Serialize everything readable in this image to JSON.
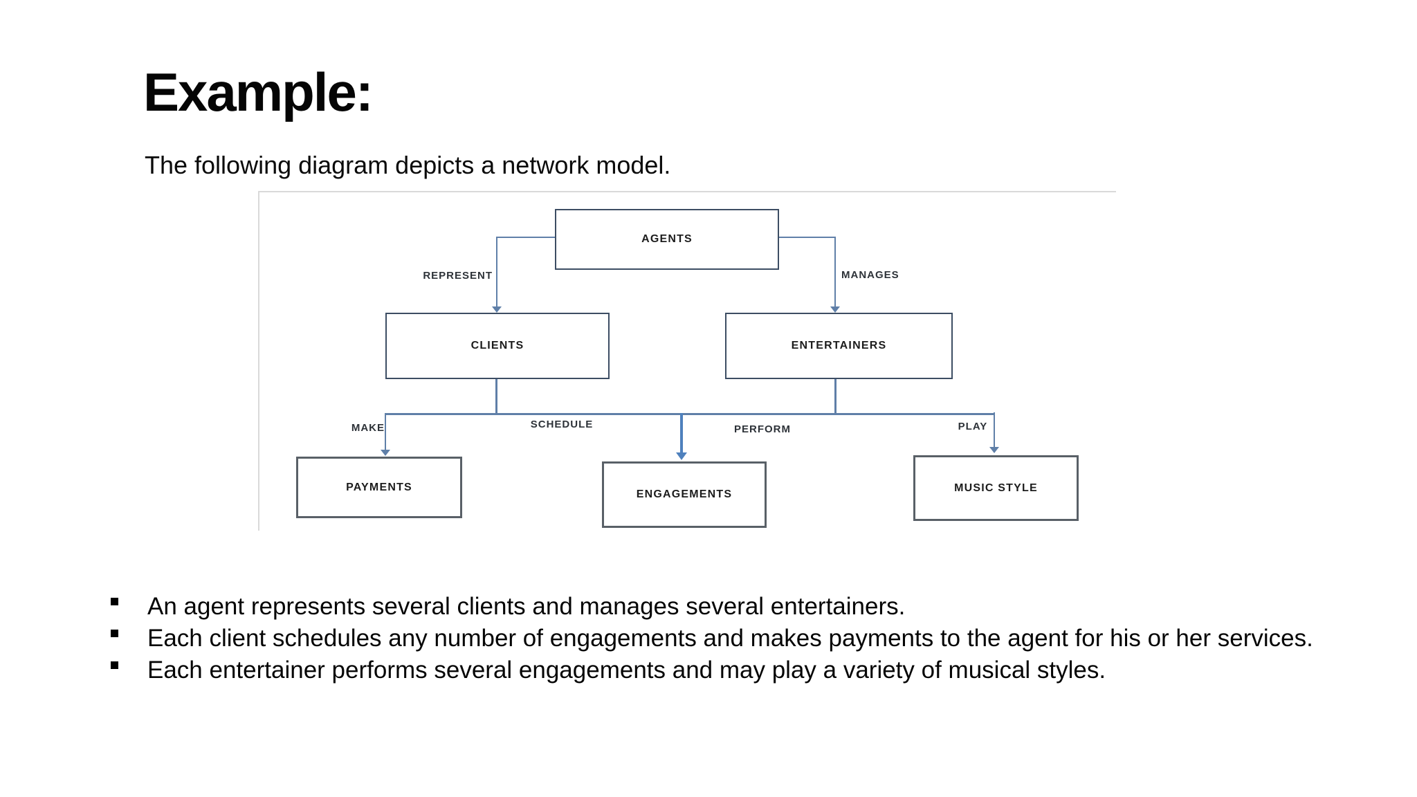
{
  "slide": {
    "title": "Example:",
    "subtitle": "The following diagram depicts a network model.",
    "bullets": [
      "An agent represents several clients and manages several entertainers.",
      "Each client schedules any number of engagements and makes payments to the agent for his or her services.",
      "Each entertainer performs several engagements and may play a variety of musical styles."
    ]
  },
  "diagram": {
    "type": "network-model",
    "nodes": [
      {
        "id": "agents",
        "label": "AGENTS"
      },
      {
        "id": "clients",
        "label": "CLIENTS"
      },
      {
        "id": "entertainers",
        "label": "ENTERTAINERS"
      },
      {
        "id": "payments",
        "label": "PAYMENTS"
      },
      {
        "id": "engagements",
        "label": "ENGAGEMENTS"
      },
      {
        "id": "music_style",
        "label": "MUSIC STYLE"
      }
    ],
    "edges": [
      {
        "from": "agents",
        "to": "clients",
        "label": "REPRESENT"
      },
      {
        "from": "agents",
        "to": "entertainers",
        "label": "MANAGES"
      },
      {
        "from": "clients",
        "to": "payments",
        "label": "MAKE"
      },
      {
        "from": "clients",
        "to": "engagements",
        "label": "SCHEDULE"
      },
      {
        "from": "entertainers",
        "to": "engagements",
        "label": "PERFORM"
      },
      {
        "from": "entertainers",
        "to": "music_style",
        "label": "PLAY"
      }
    ],
    "colors": {
      "connector": "#5f7fa8",
      "connector_accent": "#4f81bd",
      "node_border_dark": "#3c4d63",
      "node_border_gray": "#596067",
      "frame": "#d9d9d9"
    }
  }
}
